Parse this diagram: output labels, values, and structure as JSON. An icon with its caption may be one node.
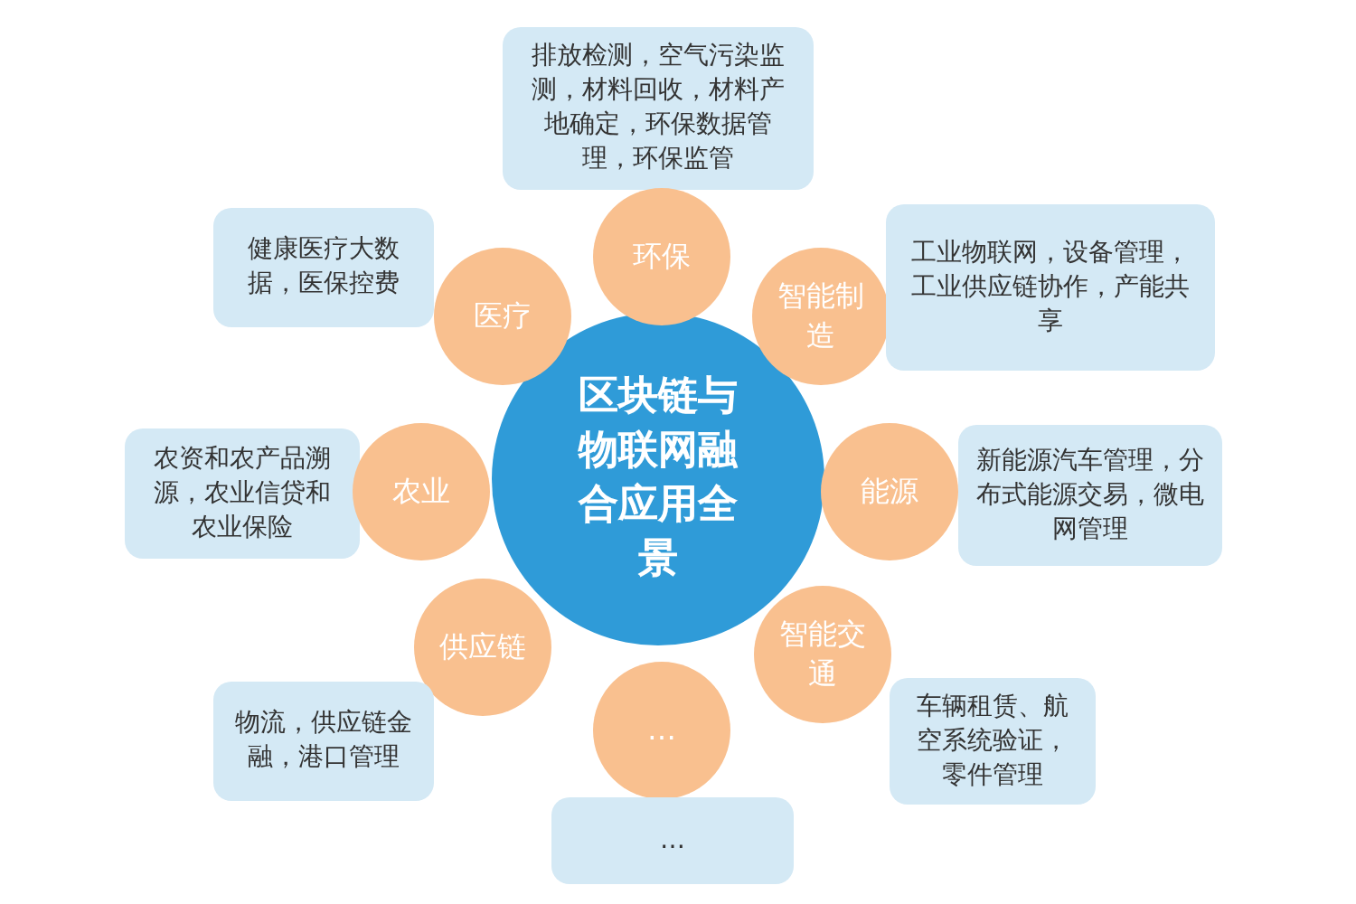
{
  "diagram": {
    "nodes": [
      {
        "text": [
          "区块链与物联网融合应用全景"
        ]
      },
      {
        "text": [
          "排放检测，空气污染监测，材料回收，材料产地确定，环保数据管理，环保监管"
        ]
      },
      {
        "text": [
          "环保"
        ]
      },
      {
        "text": [
          "健康医疗大数据，医保控费"
        ]
      },
      {
        "text": [
          "医疗"
        ]
      },
      {
        "text": [
          "智能制造"
        ]
      },
      {
        "text": [
          "工业物联网，设备管理，工业供应链协作，产能共享"
        ]
      },
      {
        "text": [
          "农资和农产品溯源，农业信贷和农业保险"
        ]
      },
      {
        "text": [
          "农业"
        ]
      },
      {
        "text": [
          "能源"
        ]
      },
      {
        "text": [
          "新能源汽车管理，分布式能源交易，微电网管理"
        ]
      },
      {
        "text": [
          "供应链"
        ]
      },
      {
        "text": [
          "智能交通"
        ]
      },
      {
        "text": [
          "物流，供应链金融，港口管理"
        ]
      },
      {
        "text": [
          "车辆租赁、航空系统验证，零件管理"
        ]
      },
      {
        "text": [
          "…"
        ]
      },
      {
        "text": [
          "…"
        ]
      }
    ]
  }
}
